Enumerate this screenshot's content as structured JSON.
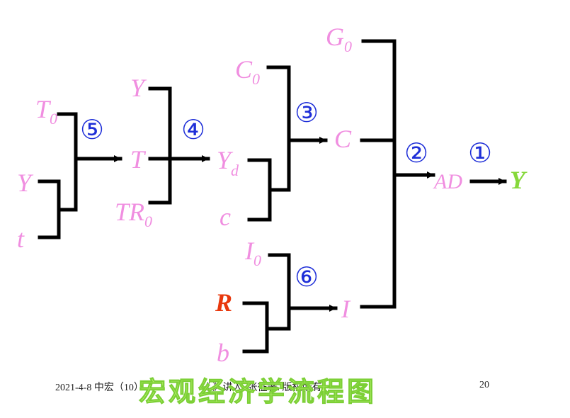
{
  "variables": {
    "T0_base": "T",
    "T0_sub": "0",
    "Y_left": "Y",
    "t": "t",
    "Y_top": "Y",
    "T": "T",
    "TR0_base": "TR",
    "TR0_sub": "0",
    "C0_base": "C",
    "C0_sub": "0",
    "Yd_base": "Y",
    "Yd_sub": "d",
    "c": "c",
    "G0_base": "G",
    "G0_sub": "0",
    "C": "C",
    "I0_base": "I",
    "I0_sub": "0",
    "R": "R",
    "b": "b",
    "I": "I",
    "AD": "AD",
    "Y_final": "Y"
  },
  "steps": {
    "s1": "①",
    "s2": "②",
    "s3": "③",
    "s4": "④",
    "s5": "⑤",
    "s6": "⑥"
  },
  "footer": {
    "date_course": "2021-4-8 中宏（10）",
    "author": "《 》讲人. 张征著. 版权所有",
    "page": "20"
  },
  "title": "宏观经济学流程图",
  "colors": {
    "variable": "#f08ee0",
    "interest_rate": "#e8380d",
    "output": "#86d83a",
    "step_number": "#1f2fd8",
    "lines": "#000000"
  }
}
